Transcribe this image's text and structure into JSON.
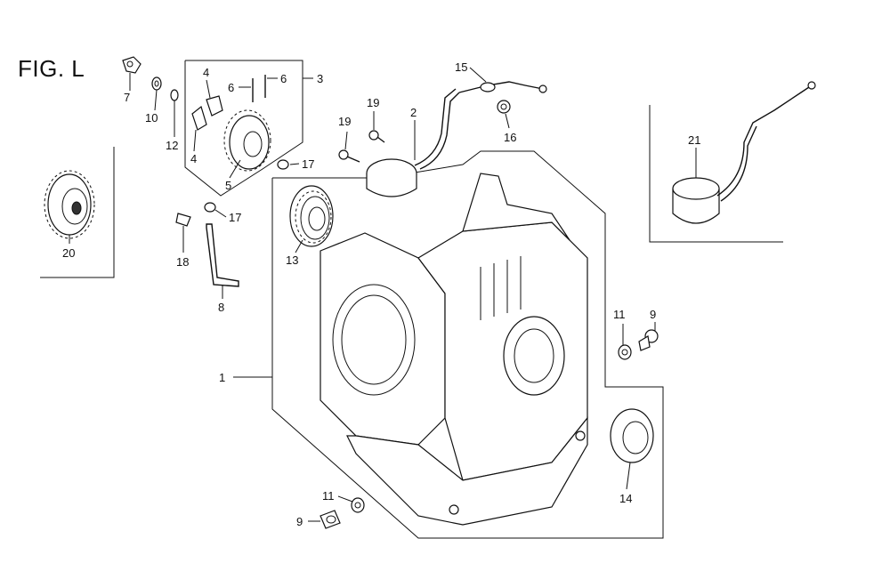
{
  "figure": {
    "title": "FIG. L"
  },
  "callouts": [
    {
      "id": "c1",
      "label": "1"
    },
    {
      "id": "c2",
      "label": "2"
    },
    {
      "id": "c3",
      "label": "3"
    },
    {
      "id": "c4a",
      "label": "4"
    },
    {
      "id": "c4b",
      "label": "4"
    },
    {
      "id": "c5",
      "label": "5"
    },
    {
      "id": "c6a",
      "label": "6"
    },
    {
      "id": "c6b",
      "label": "6"
    },
    {
      "id": "c7",
      "label": "7"
    },
    {
      "id": "c8",
      "label": "8"
    },
    {
      "id": "c9a",
      "label": "9"
    },
    {
      "id": "c9b",
      "label": "9"
    },
    {
      "id": "c10",
      "label": "10"
    },
    {
      "id": "c11a",
      "label": "11"
    },
    {
      "id": "c11b",
      "label": "11"
    },
    {
      "id": "c12",
      "label": "12"
    },
    {
      "id": "c13",
      "label": "13"
    },
    {
      "id": "c14",
      "label": "14"
    },
    {
      "id": "c15",
      "label": "15"
    },
    {
      "id": "c16",
      "label": "16"
    },
    {
      "id": "c17a",
      "label": "17"
    },
    {
      "id": "c17b",
      "label": "17"
    },
    {
      "id": "c18",
      "label": "18"
    },
    {
      "id": "c19a",
      "label": "19"
    },
    {
      "id": "c19b",
      "label": "19"
    },
    {
      "id": "c20",
      "label": "20"
    },
    {
      "id": "c21",
      "label": "21"
    }
  ]
}
